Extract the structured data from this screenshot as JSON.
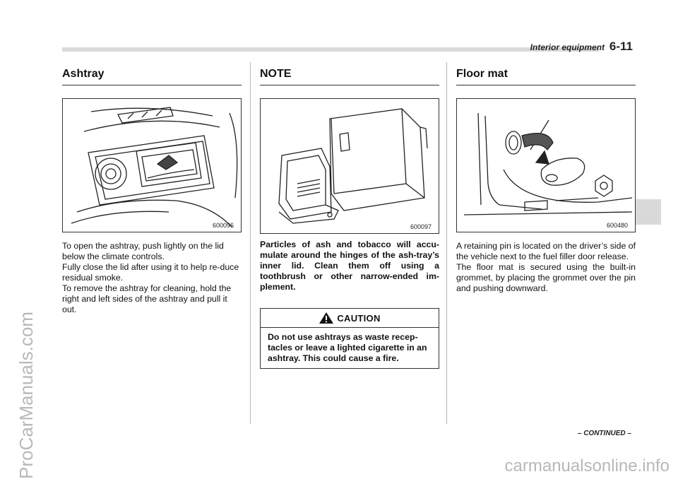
{
  "header": {
    "section_title": "Interior equipment",
    "page_number": "6-11"
  },
  "watermarks": {
    "side": "ProCarManuals.com",
    "bottom": "carmanualsonline.info"
  },
  "ashtray": {
    "heading": "Ashtray",
    "figure_id": "600096",
    "paragraphs": [
      "To open the ashtray, push lightly on the lid below the climate controls.",
      "Fully close the lid after using it to help re-duce residual smoke.",
      "To remove the ashtray for cleaning, hold the right and left sides of the ashtray and pull it out."
    ]
  },
  "note": {
    "heading": "NOTE",
    "figure_id": "600097",
    "text": "Particles of ash and tobacco will accu-mulate around the hinges of the ash-tray’s inner lid. Clean them off using a toothbrush or other narrow-ended im-plement.",
    "caution": {
      "title": "CAUTION",
      "icon": "warning-triangle-icon",
      "text": "Do not use ashtrays as waste recep-tacles or leave a lighted cigarette in an ashtray. This could cause a fire."
    }
  },
  "floor_mat": {
    "heading": "Floor mat",
    "figure_id": "600480",
    "paragraphs": [
      "A retaining pin is located on the driver’s side of the vehicle next to the fuel filler door release.",
      "The floor mat is secured using the built-in grommet, by placing the grommet over the pin and pushing downward."
    ]
  },
  "footer": {
    "continued": "– CONTINUED –"
  }
}
